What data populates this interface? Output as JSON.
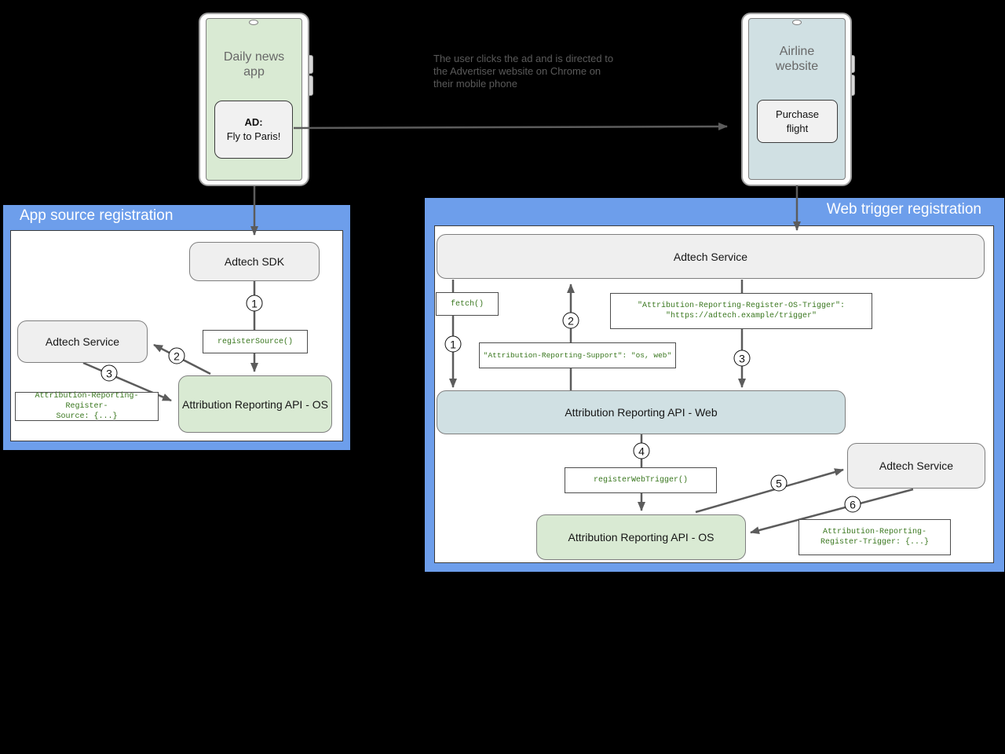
{
  "annotation": {
    "lines": [
      "The user clicks the ad and is directed to",
      "the Advertiser website on Chrome on",
      "their mobile phone"
    ]
  },
  "phones": [
    {
      "title_lines": [
        "Daily news",
        "app"
      ],
      "button_lines": [
        "AD:",
        "Fly to Paris!"
      ]
    },
    {
      "title_lines": [
        "Airline",
        "website"
      ],
      "button_lines": [
        "Purchase",
        "flight"
      ]
    }
  ],
  "left_panel": {
    "title": "App source registration",
    "adtech_sdk": "Adtech SDK",
    "adtech_service": "Adtech Service",
    "register_source": "registerSource()",
    "api_os": "Attribution Reporting API - OS",
    "register_source_header_lines": [
      "Attribution-Reporting-Register-",
      "Source: {...}"
    ],
    "steps": [
      "1",
      "2",
      "3"
    ]
  },
  "right_panel": {
    "title": "Web trigger registration",
    "adtech_service_top": "Adtech Service",
    "fetch": "fetch()",
    "support_header": "\"Attribution-Reporting-Support\": \"os, web\"",
    "os_trigger_header_lines": [
      "\"Attribution-Reporting-Register-OS-Trigger\":",
      "\"https://adtech.example/trigger\""
    ],
    "api_web": "Attribution Reporting API - Web",
    "register_web_trigger": "registerWebTrigger()",
    "api_os": "Attribution Reporting API - OS",
    "adtech_service_right": "Adtech Service",
    "register_trigger_header_lines": [
      "Attribution-Reporting-",
      "Register-Trigger: {...}"
    ],
    "steps": [
      "1",
      "2",
      "3",
      "4",
      "5",
      "6"
    ]
  },
  "colors": {
    "panel_blue": "#6d9eeb",
    "box_green": "#d9ead3",
    "box_light_blue": "#d0e0e3",
    "box_gray": "#efefef",
    "arrow_gray": "#5c5c5c",
    "code_green": "#38761d"
  }
}
